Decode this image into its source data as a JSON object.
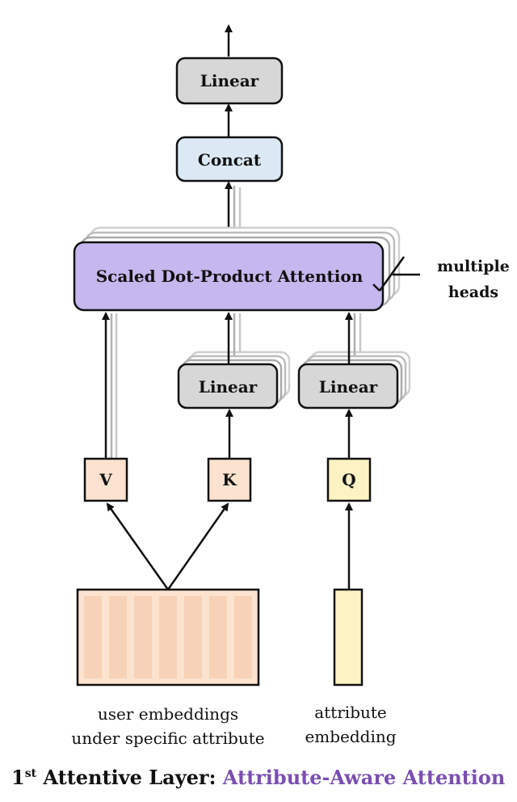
{
  "blocks": {
    "linear_top": "Linear",
    "concat": "Concat",
    "attention": "Scaled Dot-Product Attention",
    "linear_k": "Linear",
    "linear_q": "Linear"
  },
  "inputs": {
    "v": "V",
    "k": "K",
    "q": "Q"
  },
  "heads_note": {
    "line1": "multiple",
    "line2": "heads"
  },
  "captions": {
    "user_line1": "user embeddings",
    "user_line2": "under specific attribute",
    "attr_line1": "attribute",
    "attr_line2": "embedding"
  },
  "footer": {
    "ordinal_num": "1",
    "ordinal_suffix": "st",
    "prefix": " Attentive Layer: ",
    "highlight": "Attribute-Aware Attention"
  },
  "colors": {
    "gray_box": "#d7d7d7",
    "concat_box": "#dce9f5",
    "attention_box": "#c6b7ee",
    "vk_box": "#fbe3cf",
    "q_box": "#fdf2c4",
    "accent": "#7a4fb0"
  }
}
